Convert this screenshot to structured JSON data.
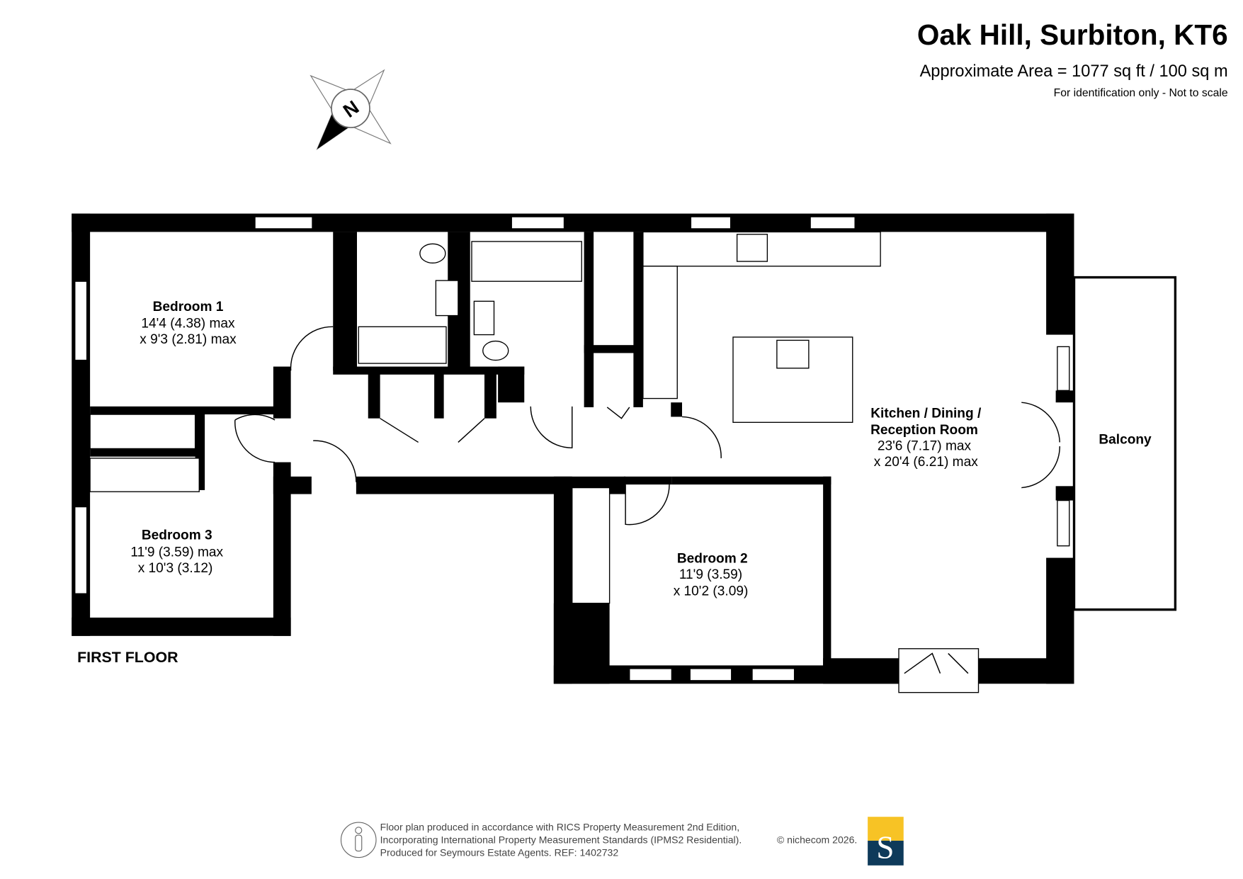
{
  "header": {
    "title": "Oak Hill, Surbiton, KT6",
    "area": "Approximate Area = 1077 sq ft / 100 sq m",
    "disclaimer": "For identification only - Not to scale"
  },
  "compass": {
    "label": "N"
  },
  "floor_label": "FIRST FLOOR",
  "rooms": {
    "bedroom1": {
      "name": "Bedroom 1",
      "dim1": "14'4 (4.38) max",
      "dim2": "x 9'3 (2.81) max"
    },
    "bedroom2": {
      "name": "Bedroom 2",
      "dim1": "11'9 (3.59)",
      "dim2": "x 10'2 (3.09)"
    },
    "bedroom3": {
      "name": "Bedroom 3",
      "dim1": "11'9 (3.59) max",
      "dim2": "x 10'3 (3.12)"
    },
    "kitchen": {
      "name1": "Kitchen / Dining /",
      "name2": "Reception Room",
      "dim1": "23'6 (7.17) max",
      "dim2": "x 20'4 (6.21) max"
    },
    "balcony": {
      "name": "Balcony"
    }
  },
  "footer": {
    "line1": "Floor plan produced in accordance with RICS Property Measurement 2nd Edition,",
    "line2": "Incorporating International Property Measurement Standards (IPMS2 Residential).",
    "copyright": "© nichecom 2026.",
    "line3": "Produced for Seymours Estate Agents.   REF: 1402732",
    "logo_letter": "S",
    "logo_colors": {
      "top": "#f7c325",
      "bottom": "#0e3a5a"
    }
  }
}
